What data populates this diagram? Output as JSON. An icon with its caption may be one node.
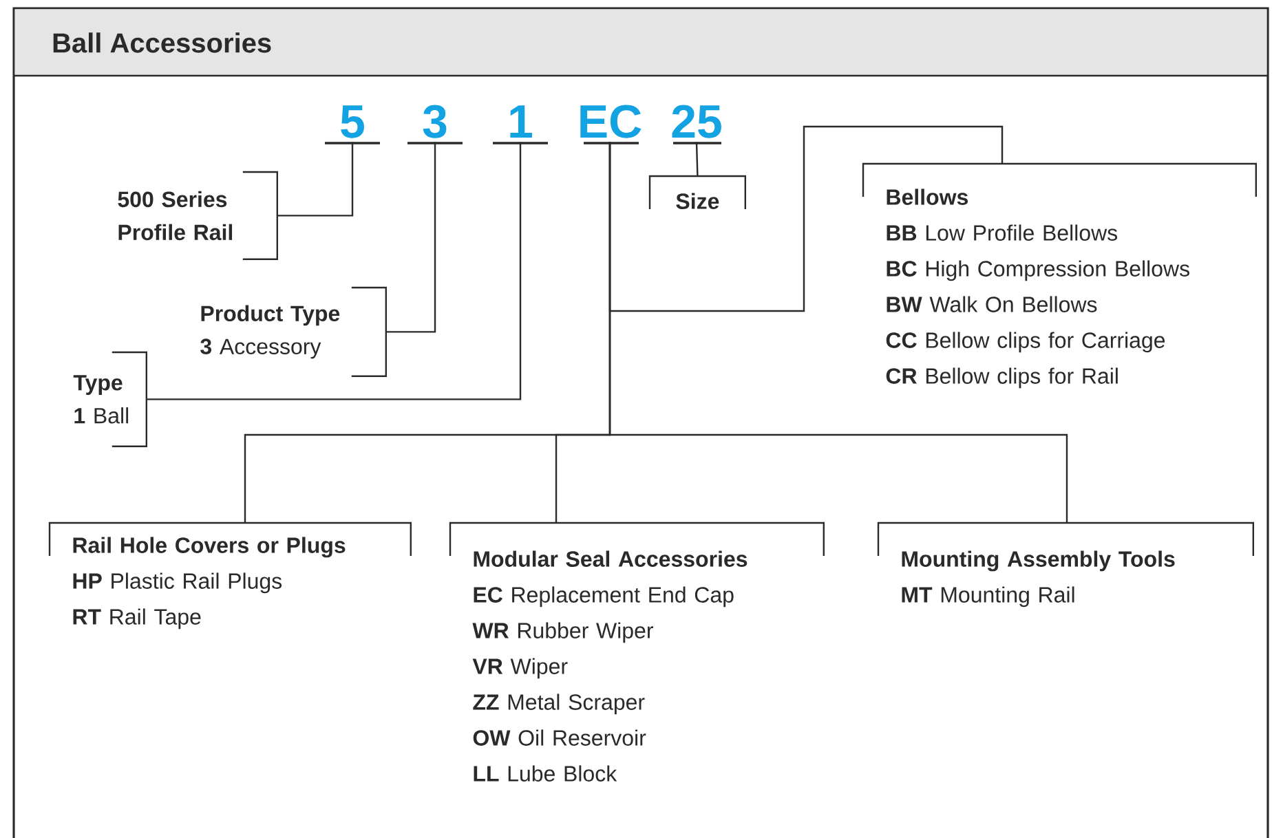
{
  "diagram": {
    "title": "Ball Accessories",
    "nodes": [
      {
        "text": [
          "5"
        ]
      },
      {
        "text": [
          "3"
        ]
      },
      {
        "text": [
          "1"
        ]
      },
      {
        "text": [
          "EC"
        ]
      },
      {
        "text": [
          "25"
        ]
      },
      {
        "text": [
          "500 Series Profile Rail"
        ]
      },
      {
        "text": [
          "Product Type",
          "**3** Accessory"
        ]
      },
      {
        "text": [
          "Type",
          "**1** Ball"
        ]
      },
      {
        "text": [
          "Size"
        ]
      },
      {
        "text": [
          "Bellows",
          "**BB** Low Profile Bellows",
          "**BC** High Compression Bellows",
          "**BW** Walk On Bellows",
          "**CC** Bellow clips for Carriage",
          "**CR** Bellow clips for Rail"
        ]
      },
      {
        "text": [
          "Rail Hole Covers or Plugs",
          "**HP** Plastic Rail Plugs",
          "**RT** Rail Tape"
        ]
      },
      {
        "text": [
          "Modular Seal Accessories",
          "**EC** Replacement End Cap",
          "**WR** Rubber Wiper",
          "**VR** Wiper",
          "**ZZ** Metal Scraper",
          "**OW** Oil Reservoir",
          "**LL** Lube Block"
        ]
      },
      {
        "text": [
          "Mounting Assembly Tools",
          "**MT** Mounting Rail"
        ]
      }
    ],
    "edges": [
      {
        "from": 0,
        "to": 5,
        "arrow": "none"
      },
      {
        "from": 1,
        "to": 6,
        "arrow": "none"
      },
      {
        "from": 2,
        "to": 7,
        "arrow": "none"
      },
      {
        "from": 4,
        "to": 8,
        "arrow": "none"
      },
      {
        "from": 3,
        "to": 9,
        "arrow": "none"
      },
      {
        "from": 3,
        "to": 10,
        "arrow": "none"
      },
      {
        "from": 3,
        "to": 11,
        "arrow": "none"
      },
      {
        "from": 3,
        "to": 12,
        "arrow": "none"
      }
    ]
  }
}
